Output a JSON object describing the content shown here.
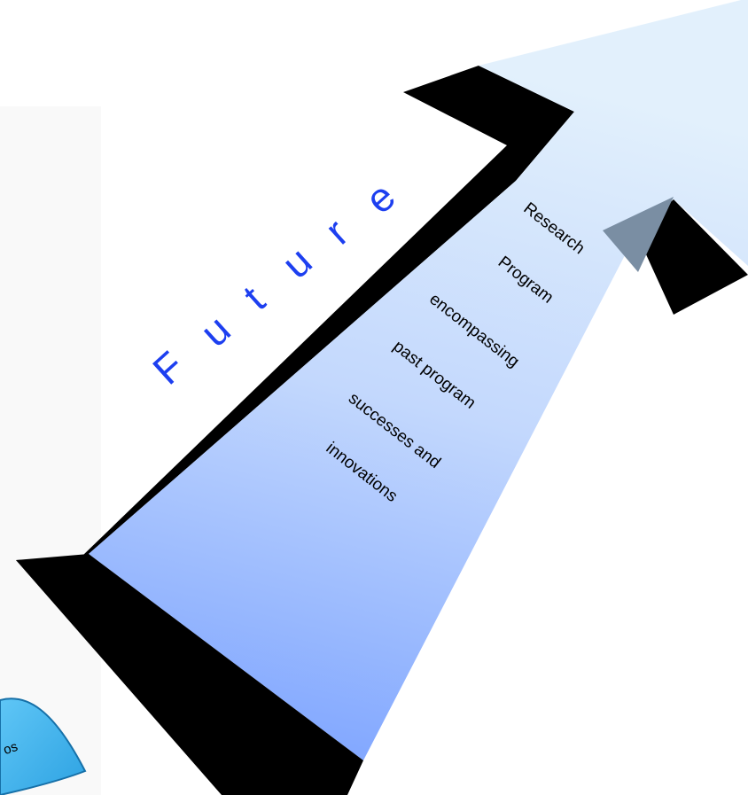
{
  "diagram": {
    "arrow_word": "Future",
    "arrow_letters": [
      "F",
      "u",
      "t",
      "u",
      "r",
      "e"
    ],
    "description_lines": [
      "Research",
      "Program",
      "encompassing",
      "past program",
      "successes and",
      "innovations"
    ],
    "partial_badge_text": "os"
  },
  "colors": {
    "arrow_edge": "#000000",
    "arrow_fill_top": "#e2f0fc",
    "arrow_fill_bottom": "#84a9ff",
    "future_text": "#1d3ff0",
    "badge_fill": "#3cb2ee",
    "badge_edge": "#1670a8",
    "arrow_tip_shade": "#7a8ea3"
  }
}
